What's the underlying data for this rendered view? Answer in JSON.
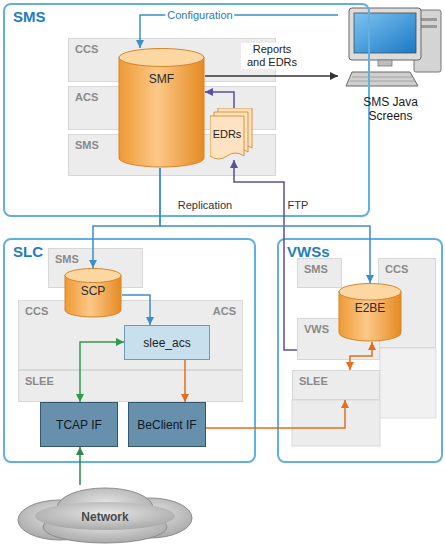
{
  "diagram": {
    "nodes": [
      {
        "text": [
          "SMS"
        ]
      },
      {
        "text": [
          "CCS"
        ],
        "in": 0
      },
      {
        "text": [
          "ACS"
        ],
        "in": 0
      },
      {
        "text": [
          "SMS"
        ],
        "in": 0
      },
      {
        "text": [
          "SMF"
        ],
        "in": 0
      },
      {
        "text": [
          "EDRs"
        ],
        "in": 0
      },
      {
        "text": [
          "SMS Java Screens"
        ]
      },
      {
        "text": [
          "SLC"
        ]
      },
      {
        "text": [
          "SMS"
        ],
        "in": 7
      },
      {
        "text": [
          "CCS",
          "ACS"
        ],
        "in": 7
      },
      {
        "text": [
          "SLEE"
        ],
        "in": 7
      },
      {
        "text": [
          "SCP"
        ],
        "in": 7
      },
      {
        "text": [
          "slee_acs"
        ],
        "in": 9
      },
      {
        "text": [
          "TCAP IF"
        ],
        "in": 7
      },
      {
        "text": [
          "BeClient IF"
        ],
        "in": 7
      },
      {
        "text": [
          "VWSs"
        ]
      },
      {
        "text": [
          "SMS"
        ],
        "in": 15
      },
      {
        "text": [
          "CCS"
        ],
        "in": 15
      },
      {
        "text": [
          "VWS"
        ],
        "in": 15
      },
      {
        "text": [
          "SLEE"
        ],
        "in": 15
      },
      {
        "text": [
          "E2BE"
        ],
        "in": 15
      },
      {
        "text": [
          "Network"
        ]
      }
    ],
    "edges": [
      {
        "from": 6,
        "to": 4,
        "arrow": "to",
        "label": "Configuration"
      },
      {
        "from": 4,
        "to": 6,
        "arrow": "to",
        "label": "Reports and EDRs"
      },
      {
        "from": 5,
        "to": 4,
        "arrow": "to"
      },
      {
        "from": 18,
        "to": 5,
        "arrow": "to",
        "label": "FTP"
      },
      {
        "from": 4,
        "to": 11,
        "arrow": "to",
        "label": "Replication"
      },
      {
        "from": 4,
        "to": 20,
        "arrow": "to"
      },
      {
        "from": 11,
        "to": 12,
        "arrow": "to"
      },
      {
        "from": 13,
        "to": 12,
        "arrow": "both"
      },
      {
        "from": 12,
        "to": 14,
        "arrow": "to"
      },
      {
        "from": 14,
        "to": 19,
        "arrow": "to"
      },
      {
        "from": 20,
        "to": 19,
        "arrow": "both"
      },
      {
        "from": 21,
        "to": 13,
        "arrow": "to"
      }
    ]
  }
}
